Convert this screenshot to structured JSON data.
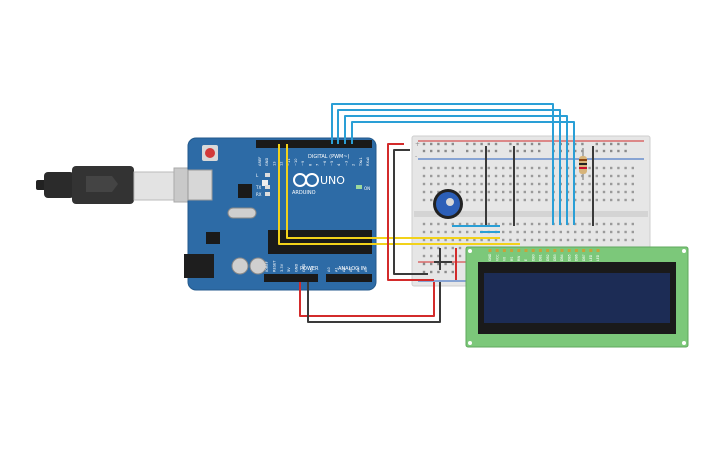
{
  "arduino": {
    "model": "UNO",
    "brand": "ARDUINO",
    "header_digital": "DIGITAL (PWM~)",
    "header_power": "POWER",
    "header_analog": "ANALOG IN",
    "label_on": "ON",
    "label_l": "L",
    "label_tx": "TX",
    "label_rx": "RX",
    "digital_pins": [
      "AREF",
      "GND",
      "13",
      "12",
      "~11",
      "~10",
      "~9",
      "8",
      "7",
      "~6",
      "~5",
      "4",
      "~3",
      "2",
      "TX▸1",
      "RX◂0"
    ],
    "power_pins": [
      "IOREF",
      "RESET",
      "3.3V",
      "5V",
      "GND",
      "GND",
      "Vin"
    ],
    "analog_pins": [
      "A0",
      "A1",
      "A2",
      "A3",
      "A4",
      "A5"
    ]
  },
  "breadboard": {
    "rail_plus": "+",
    "rail_minus": "-"
  },
  "lcd": {
    "pin_labels": [
      "GND",
      "VCC",
      "V0",
      "RS",
      "RW",
      "E",
      "DB0",
      "DB1",
      "DB2",
      "DB3",
      "DB4",
      "DB5",
      "DB6",
      "DB7",
      "LED",
      "LED"
    ]
  },
  "colors": {
    "arduino_board": "#2d6ba6",
    "breadboard": "#e6e6e6",
    "wire_blue": "#2a9fd6",
    "wire_yellow": "#f2d21a",
    "wire_red": "#d32b2b",
    "wire_black": "#3a3a3a",
    "lcd_pcb": "#7cc87a",
    "lcd_screen": "#1c2c55",
    "usb": "#2b2b2b",
    "pot": "#2c5fb8"
  }
}
